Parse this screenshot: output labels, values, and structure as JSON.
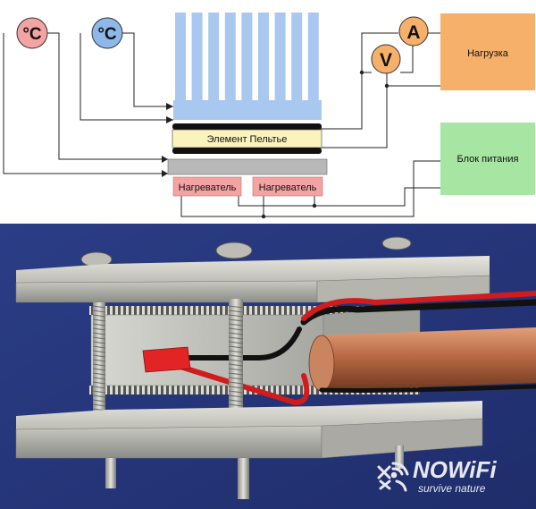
{
  "diagram": {
    "thermometer_1": {
      "label": "°C",
      "color": "#f4a3a3"
    },
    "thermometer_2": {
      "label": "°C",
      "color": "#8fb8ea"
    },
    "ammeter": {
      "label": "A",
      "color": "#f6b06a"
    },
    "voltmeter": {
      "label": "V",
      "color": "#f6b06a"
    },
    "peltier": {
      "label": "Элемент Пельтье",
      "color": "#fbf3bd"
    },
    "load": {
      "label": "Нагрузка",
      "color": "#f6b06a"
    },
    "power_supply": {
      "label": "Блок питания",
      "color": "#a6e6a2"
    },
    "heater_1": {
      "label": "Нагреватель",
      "color": "#f4a3a3"
    },
    "heater_2": {
      "label": "Нагреватель",
      "color": "#f4a3a3"
    },
    "heatsink_color": "#a9c8ef",
    "cold_plate_color": "#b8b8b8"
  },
  "photo": {
    "watermark": {
      "brand": "NOWiFi",
      "tagline": "survive nature",
      "icon": "wifi-x-icon"
    }
  }
}
